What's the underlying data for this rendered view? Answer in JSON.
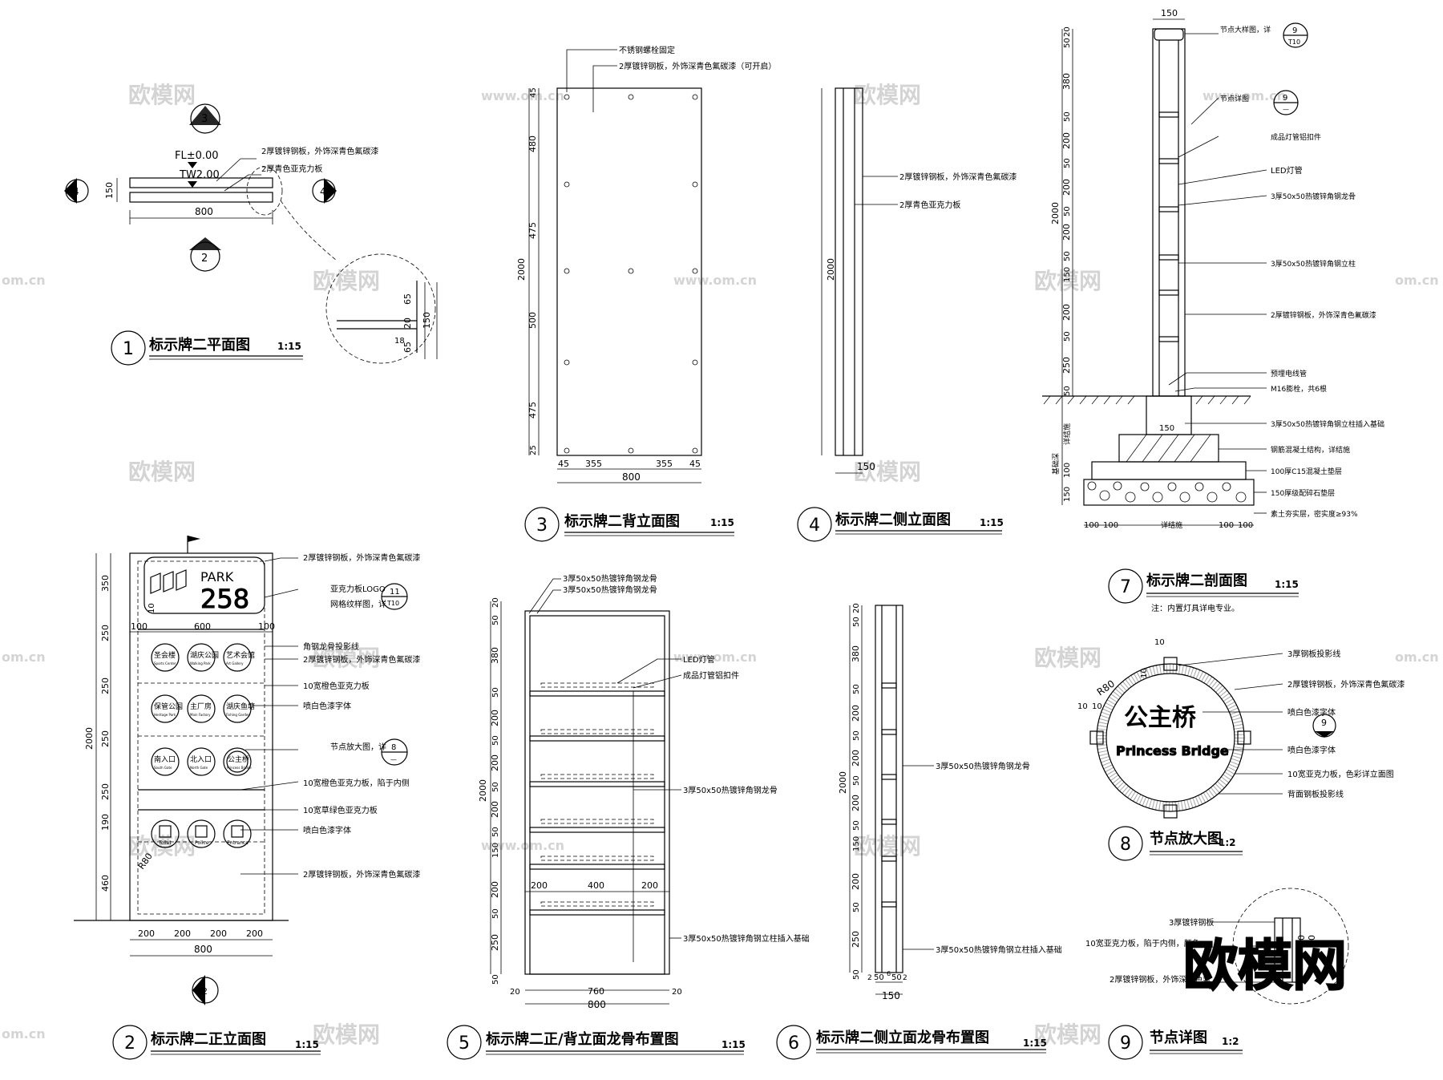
{
  "titles": [
    {
      "num": "1",
      "name": "标示牌二平面图",
      "scale": "1:15"
    },
    {
      "num": "2",
      "name": "标示牌二正立面图",
      "scale": "1:15"
    },
    {
      "num": "3",
      "name": "标示牌二背立面图",
      "scale": "1:15"
    },
    {
      "num": "4",
      "name": "标示牌二侧立面图",
      "scale": "1:15"
    },
    {
      "num": "5",
      "name": "标示牌二正/背立面龙骨布置图",
      "scale": "1:15"
    },
    {
      "num": "6",
      "name": "标示牌二侧立面龙骨布置图",
      "scale": "1:15"
    },
    {
      "num": "7",
      "name": "标示牌二剖面图",
      "scale": "1:15"
    },
    {
      "num": "8",
      "name": "节点放大图",
      "scale": "1:2"
    },
    {
      "num": "9",
      "name": "节点详图",
      "scale": "1:2"
    }
  ],
  "plan": {
    "fl": "FL±0.00",
    "tw": "TW2.00",
    "dim_width": "800",
    "dim_depth": "150",
    "detail_dims": [
      "65",
      "20",
      "65",
      "150",
      "18"
    ],
    "notes": [
      "2厚镀锌钢板，外饰深青色氟碳漆",
      "2厚青色亚克力板"
    ],
    "markers": [
      "3",
      "2",
      "4",
      "4"
    ]
  },
  "front": {
    "park": "PARK",
    "number": "258",
    "offset": "10",
    "notes": [
      "2厚镀锌钢板，外饰深青色氟碳漆",
      "亚克力板LOGO",
      "网格纹样图，详",
      "角钢龙骨投影线",
      "2厚镀锌钢板，外饰深青色氟碳漆",
      "10宽橙色亚克力板",
      "喷白色漆字体",
      "节点放大图，详",
      "10宽橙色亚克力板，陷于内侧",
      "10宽草绿色亚克力板",
      "喷白色漆字体",
      "2厚镀锌钢板，外饰深青色氟碳漆"
    ],
    "ref_logo": {
      "top": "11",
      "bottom": "T10"
    },
    "ref_node": {
      "top": "8",
      "bottom": "—"
    },
    "dims_left": [
      "350",
      "250",
      "250",
      "250",
      "250",
      "190",
      "460"
    ],
    "dim_total": "2000",
    "dims_top": [
      "100",
      "600",
      "100"
    ],
    "dims_bottom": [
      "200",
      "200",
      "200",
      "200"
    ],
    "dim_width": "800",
    "radius": "R80",
    "circles": [
      "圣会楼",
      "湖庆公园",
      "艺术会馆",
      "保管公园",
      "主厂房",
      "湖庆鱼塘",
      "南入口",
      "北入口",
      "公主桥"
    ],
    "circle_sub": [
      "Sports Center",
      "Walking Park",
      "Art Gallery",
      "Heritage Park",
      "Main Factory",
      "Fishing Garden",
      "South Gate",
      "North Gate",
      "Princess Bridge"
    ],
    "icons": [
      "Toilet",
      "Police",
      "Entrance"
    ],
    "marker": "2"
  },
  "back": {
    "notes": [
      "不锈钢螺栓固定",
      "2厚镀锌钢板，外饰深青色氟碳漆（可开启）"
    ],
    "dims_left": [
      "45",
      "480",
      "475",
      "500",
      "475",
      "25"
    ],
    "dim_total": "2000",
    "dims_bottom": [
      "45",
      "355",
      "355",
      "45"
    ],
    "dim_width": "800"
  },
  "side": {
    "notes": [
      "2厚镀锌钢板，外饰深青色氟碳漆",
      "2厚青色亚克力板"
    ],
    "dim_total": "2000",
    "dim_width": "150"
  },
  "frame": {
    "notes": [
      "3厚50x50热镀锌角钢龙骨",
      "3厚50x50热镀锌角钢龙骨",
      "LED灯管",
      "成品灯管铝扣件",
      "3厚50x50热镀锌角钢龙骨",
      "3厚50x50热镀锌角钢立柱插入基础"
    ],
    "dims_left": [
      "20",
      "50",
      "380",
      "50",
      "200",
      "50",
      "200",
      "50",
      "200",
      "50",
      "150",
      "200",
      "50",
      "250",
      "50"
    ],
    "dim_total": "2000",
    "dims_mid": [
      "200",
      "400",
      "200"
    ],
    "dims_bottom": [
      "20",
      "760",
      "20"
    ],
    "dim_width": "800"
  },
  "frame_side": {
    "notes": [
      "3厚50x50热镀锌角钢龙骨",
      "3厚50x50热镀锌角钢立柱插入基础"
    ],
    "dims_left": [
      "20",
      "50",
      "380",
      "50",
      "200",
      "50",
      "200",
      "50",
      "200",
      "50",
      "150",
      "200",
      "50",
      "250",
      "50"
    ],
    "dim_total": "2000",
    "dims_bottom": [
      "2",
      "50",
      "6",
      "50",
      "2"
    ],
    "dim_width": "150"
  },
  "section": {
    "notes": [
      "节点大样图，详",
      "节点详图",
      "成品灯管铝扣件",
      "LED灯管",
      "3厚50x50热镀锌角钢龙骨",
      "3厚50x50热镀锌角钢立柱",
      "2厚镀锌钢板，外饰深青色氟碳漆",
      "预埋电线管",
      "M16膨栓，共6根",
      "3厚50x50热镀锌角钢立柱插入基础",
      "钢筋混凝土结构，详结施",
      "100厚C15混凝土垫层",
      "150厚级配碎石垫层",
      "素土夯实层，密实度≥93%"
    ],
    "ref_big": {
      "top": "9",
      "bottom": "T10"
    },
    "ref_node": {
      "top": "9",
      "bottom": "—"
    },
    "dims_left": [
      "20",
      "50",
      "380",
      "50",
      "200",
      "50",
      "200",
      "50",
      "200",
      "50",
      "150",
      "200",
      "50",
      "250",
      "50"
    ],
    "dim_total": "2000",
    "dims_found": [
      "详结施",
      "100",
      "150"
    ],
    "dim_found_total": "基础深",
    "dim_top": "150",
    "dims_bottom": [
      "100",
      "100",
      "详结施",
      "100",
      "100"
    ],
    "dim_post": "150",
    "footnote": "注：内置灯具详电专业。"
  },
  "node8": {
    "text_cn": "公主桥",
    "text_en": "Princess Bridge",
    "radius": "R80",
    "dims": [
      "10",
      "10",
      "10",
      "10"
    ],
    "notes": [
      "3厚钢板投影线",
      "2厚镀锌钢板，外饰深青色氟碳漆",
      "喷白色漆字体",
      "喷白色漆字体",
      "10宽亚克力板，色彩详立面图",
      "背面钢板投影线"
    ],
    "section_marker": "9"
  },
  "node9": {
    "notes": [
      "3厚镀锌钢板",
      "10宽亚克力板，陷于内侧，颜色",
      "2厚镀锌钢板，外饰深青色氟"
    ],
    "dims": [
      "10",
      "10"
    ]
  },
  "watermarks": [
    "欧模网",
    "www.om.cn",
    "om.cn"
  ],
  "brand": "欧模网"
}
